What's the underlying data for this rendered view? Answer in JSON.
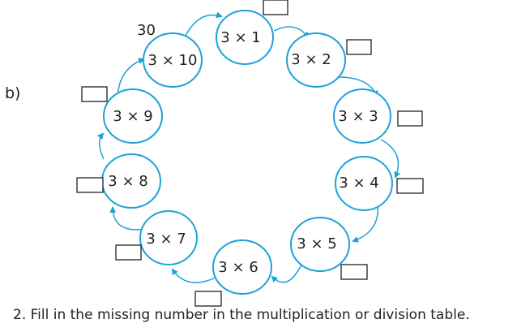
{
  "part_label": "b)",
  "example_answer": "30",
  "instruction": "2. Fill in the missing number in the multiplication or division table.",
  "colors": {
    "circle_stroke": "#1ea1da",
    "arrow": "#1ea1da",
    "text": "#231f20",
    "box_stroke": "#231f20"
  },
  "nodes": [
    {
      "label": "3 × 1"
    },
    {
      "label": "3 × 2"
    },
    {
      "label": "3 × 3"
    },
    {
      "label": "3 × 4"
    },
    {
      "label": "3 × 5"
    },
    {
      "label": "3 × 6"
    },
    {
      "label": "3 × 7"
    },
    {
      "label": "3 × 8"
    },
    {
      "label": "3 × 9"
    },
    {
      "label": "3 × 10"
    }
  ]
}
